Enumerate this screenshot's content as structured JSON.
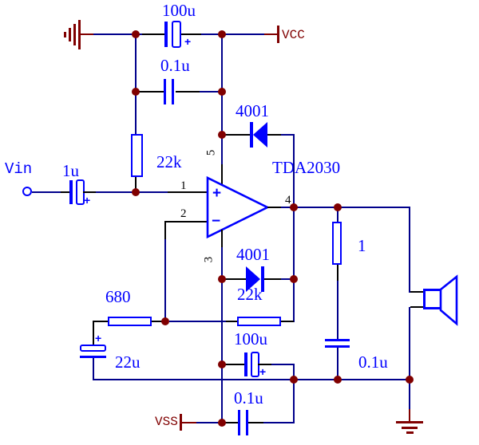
{
  "power": {
    "vcc_label": "VCC",
    "vss_label": "VSS"
  },
  "input": {
    "label": "Vin"
  },
  "opamp": {
    "name": "TDA2030",
    "plus_input": "+",
    "minus_input": "−",
    "pins": {
      "in_plus": "1",
      "in_minus": "2",
      "vneg": "3",
      "out": "4",
      "vpos": "5"
    }
  },
  "components": {
    "c1_top_bulk": {
      "value": "100u",
      "polarity": "+"
    },
    "c2_top_decouple": {
      "value": "0.1u"
    },
    "r1_bias": {
      "value": "22k"
    },
    "d1_clamp_top": {
      "value": "4001"
    },
    "c_in": {
      "value": "1u",
      "polarity": "+"
    },
    "d2_clamp_bottom": {
      "value": "4001"
    },
    "r2_feedback": {
      "value": "22k"
    },
    "r3_input": {
      "value": "680"
    },
    "c3_feedback": {
      "value": "22u",
      "polarity": "+"
    },
    "c4_bottom_bulk": {
      "value": "100u",
      "polarity": "+"
    },
    "c5_bottom_decouple": {
      "value": "0.1u"
    },
    "r4_zobel": {
      "value": "1"
    },
    "c6_zobel": {
      "value": "0.1u"
    }
  },
  "colors": {
    "wire": "#00008B",
    "component_outline": "#0000FF",
    "junction": "#800000",
    "power_symbol": "#800000",
    "pin_stub": "#000000",
    "background": "#FFFFFF"
  }
}
